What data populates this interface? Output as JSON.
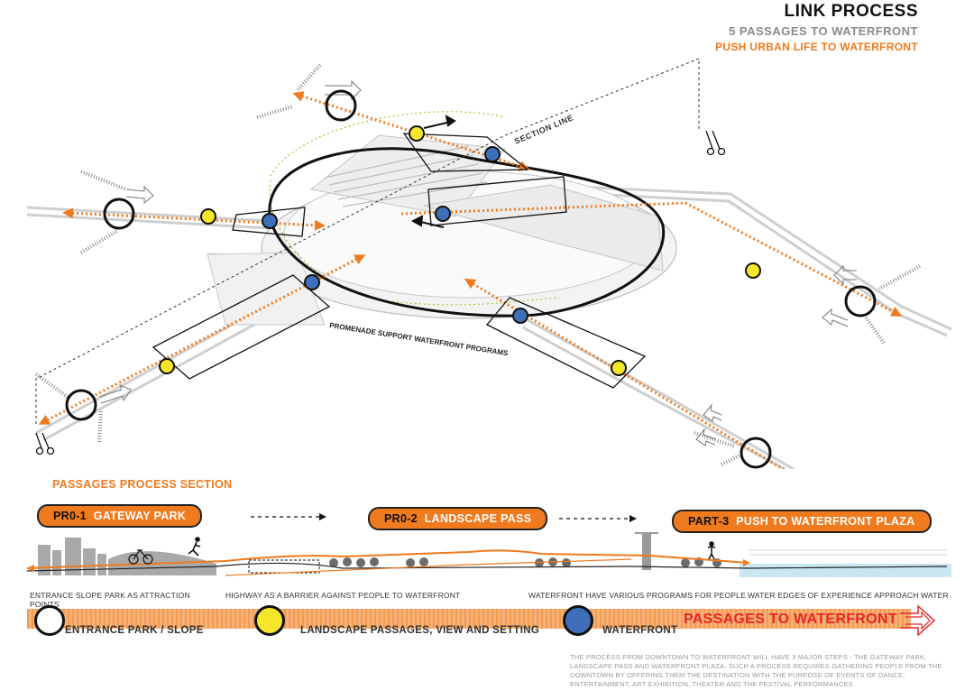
{
  "header": {
    "title": "LINK PROCESS",
    "subtitle": "5 PASSAGES TO WATERFRONT",
    "tagline": "PUSH URBAN LIFE TO WATERFRONT"
  },
  "plan": {
    "section_line_label": "SECTION LINE",
    "promenade_label": "PROMENADE SUPPORT WATERFRONT  PROGRAMS"
  },
  "process_section": {
    "title": "PASSAGES PROCESS SECTION",
    "steps": [
      {
        "code": "PR0-1",
        "label": "GATEWAY  PARK"
      },
      {
        "code": "PR0-2",
        "label": "LANDSCAPE PASS"
      },
      {
        "code": "PART-3",
        "label": "PUSH TO WATERFRONT PLAZA"
      }
    ],
    "captions": [
      "ENTRANCE SLOPE PARK AS ATTRACTION POINTS",
      "HIGHWAY AS A BARRIER AGAINST PEOPLE TO WATERFRONT",
      "WATERFRONT HAVE VARIOUS PROGRAMS FOR PEOPLE",
      "WATER EDGES OF EXPERIENCE APPROACH WATER"
    ]
  },
  "legend": {
    "items": [
      {
        "label": "ENTRANCE PARK / SLOPE",
        "color": "#ffffff"
      },
      {
        "label": "LANDSCAPE PASSAGES, VIEW AND SETTING",
        "color": "#f5e62c"
      },
      {
        "label": "WATERFRONT",
        "color": "#3e6fb8"
      }
    ],
    "passages_label": "PASSAGES TO WATERFRONT"
  },
  "footnote": "THE PROCESS FROM DOWNTOWN TO WATERFRONT WILL HAVE 3 MAJOR STEPS - THE GATEWAY PARK, LANDSCAPE PASS AND WATERFRONT PLAZA. SUCH A PROCESS REQUIRES GATHERING PEOPLE FROM THE DOWNTOWN BY OFFERING  THEM THE DESTINATION WITH THE PURPOSE OF EVENTS OF DANCE, ENTERTAINMENT, ART EXHIBITION, THEATER AND THE FESTIVAL PERFORMANCES.",
  "colors": {
    "accent_orange": "#f07a1e",
    "passage_red": "#e8262a",
    "node_yellow": "#f5e62c",
    "node_blue": "#3e6fb8",
    "text_grey": "#8a8a8a"
  },
  "icons": [
    "scissors-icon",
    "bicycle-icon",
    "runner-icon",
    "person-icon",
    "double-arrow-icon"
  ]
}
